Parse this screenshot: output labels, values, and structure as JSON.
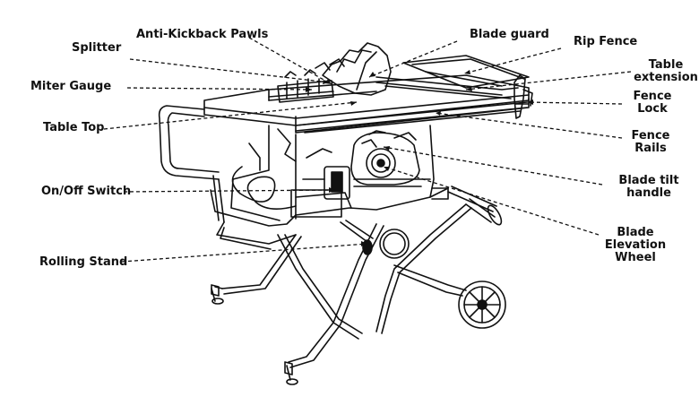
{
  "labels": {
    "anti_kickback_pawls": "Anti-Kickback Pawls",
    "blade_guard": "Blade guard",
    "splitter": "Splitter",
    "rip_fence": "Rip Fence",
    "table_extension": [
      "Table",
      "extension"
    ],
    "miter_gauge": "Miter Gauge",
    "fence_lock": [
      "Fence",
      "Lock"
    ],
    "table_top": "Table Top",
    "fence_rails": [
      "Fence",
      "Rails"
    ],
    "on_off_switch": "On/Off Switch",
    "blade_tilt_handle": [
      "Blade tilt",
      "handle"
    ],
    "blade_elevation_wheel": [
      "Blade",
      "Elevation",
      "Wheel"
    ],
    "rolling_stand": "Rolling Stand"
  },
  "colors": {
    "ink": "#111111",
    "background": "#ffffff"
  }
}
